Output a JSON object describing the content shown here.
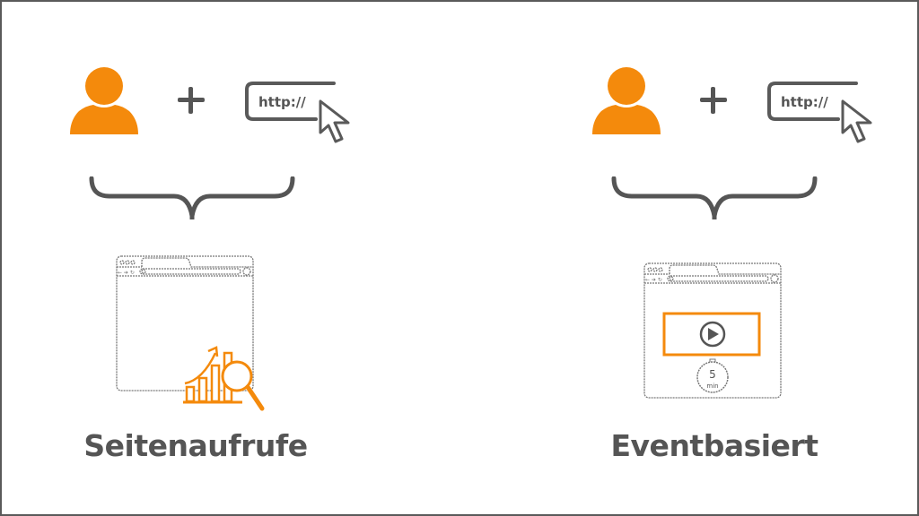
{
  "colors": {
    "accent": "#F48A0C",
    "ink": "#555555",
    "line": "#666666",
    "background": "#FFFFFF"
  },
  "panels": [
    {
      "id": "pageviews",
      "formula": {
        "operand_1_icon": "user-icon",
        "operator": "+",
        "url_text": "http://",
        "operand_2_icon": "cursor-icon"
      },
      "brace_icon": "curly-brace-icon",
      "illustration": {
        "type": "browser-window",
        "overlay_icon": "analytics-magnifier-icon"
      },
      "title": "Seitenaufrufe"
    },
    {
      "id": "event-based",
      "formula": {
        "operand_1_icon": "user-icon",
        "operator": "+",
        "url_text": "http://",
        "operand_2_icon": "cursor-icon"
      },
      "brace_icon": "curly-brace-icon",
      "illustration": {
        "type": "browser-window",
        "overlay_icon": "play-video-icon",
        "timer_value": "5",
        "timer_unit": "min"
      },
      "title": "Eventbasiert"
    }
  ]
}
